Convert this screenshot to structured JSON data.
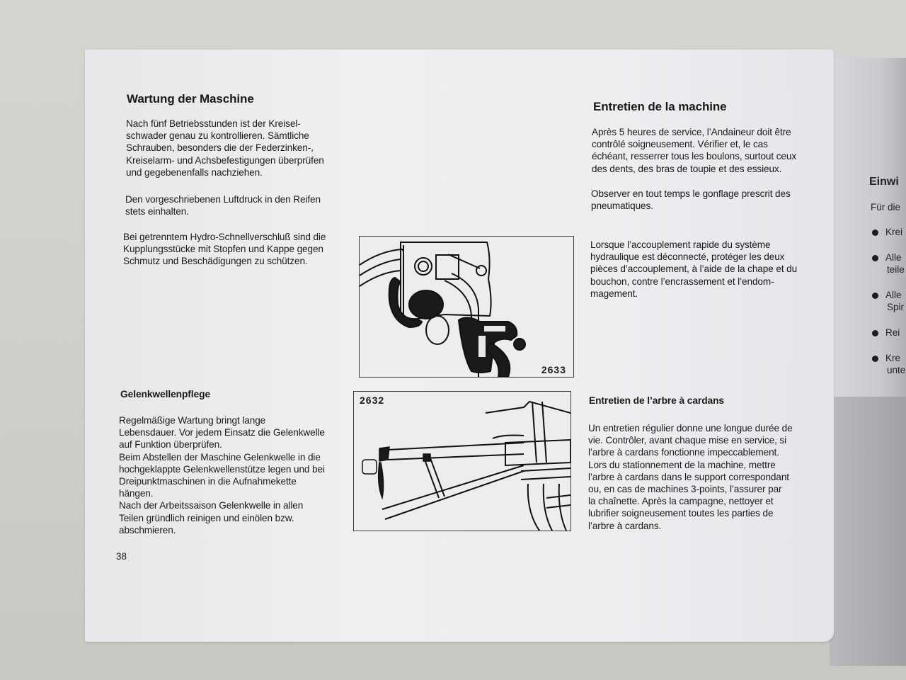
{
  "document": {
    "page_number": "38",
    "left_column": {
      "title": "Wartung der Maschine",
      "paragraphs": [
        [
          "Nach fünf Betriebsstunden ist der Kreisel-",
          "schwader genau zu kontrollieren. Sämtliche",
          "Schrauben, besonders die der Federzinken-,",
          "Kreiselarm- und Achsbefestigungen überprüfen",
          "und gegebenenfalls nachziehen."
        ],
        [
          "Den vorgeschriebenen Luftdruck in den Reifen",
          "stets einhalten."
        ],
        [
          "Bei getrenntem Hydro-Schnellverschluß sind die",
          "Kupplungsstücke mit Stopfen und Kappe gegen",
          "Schmutz und Beschädigungen zu schützen."
        ]
      ],
      "subsection_title": "Gelenkwellenpflege",
      "subsection_lines": [
        "Regelmäßige Wartung bringt lange",
        "Lebensdauer. Vor jedem Einsatz die Gelenkwelle",
        "auf Funktion überprüfen.",
        "Beim Abstellen der Maschine Gelenkwelle in die",
        "hochgeklappte Gelenkwellenstütze legen und bei",
        "Dreipunktmaschinen in die Aufnahmekette",
        "hängen.",
        "Nach der Arbeitssaison Gelenkwelle in allen",
        "Teilen gründlich reinigen und einölen bzw.",
        "abschmieren."
      ]
    },
    "right_column": {
      "title": "Entretien de la machine",
      "paragraphs": [
        [
          "Après 5 heures de service, l’Andaineur doit être",
          "contrôlé soigneusement. Vérifier et, le cas",
          "échéant, resserrer tous les boulons, surtout ceux",
          "des dents, des bras de toupie et des  essieux."
        ],
        [
          "Observer en tout temps le gonflage prescrit des",
          "pneumatiques."
        ],
        [
          "Lorsque l’accouplement rapide du système",
          "hydraulique est déconnecté, protéger les deux",
          "pièces d’accouplement, à l’aide de la chape et du",
          "bouchon, contre l’encrassement et l’endom-",
          "magement."
        ]
      ],
      "subsection_title": "Entretien de l’arbre à cardans",
      "subsection_lines": [
        "Un entretien régulier donne une longue durée de",
        "vie. Contrôler, avant chaque mise en service, si",
        "l’arbre à cardans fonctionne impeccablement.",
        "Lors du stationnement de la machine, mettre",
        "l’arbre à cardans dans le support correspondant",
        "ou, en cas de machines 3-points, l’assurer par",
        "la chaînette. Après la campagne, nettoyer et",
        "lubrifier soigneusement toutes les parties de",
        "l’arbre à cardans."
      ]
    },
    "figures": [
      {
        "id": "2633",
        "label": "2633",
        "depicts": "hydraulic quick coupling with plug and cap"
      },
      {
        "id": "2632",
        "label": "2632",
        "depicts": "PTO shaft resting on support stand"
      }
    ],
    "next_page_partial": {
      "title": "Einwi",
      "intro": "Für die",
      "bullets": [
        [
          "Krei"
        ],
        [
          "Alle",
          "teile"
        ],
        [
          "Alle",
          "Spir"
        ],
        [
          "Rei"
        ],
        [
          "Kre",
          "unte"
        ]
      ]
    }
  },
  "colors": {
    "page": "#eceef0",
    "background": "#d0d2cc",
    "ink": "#1a1a1a"
  }
}
